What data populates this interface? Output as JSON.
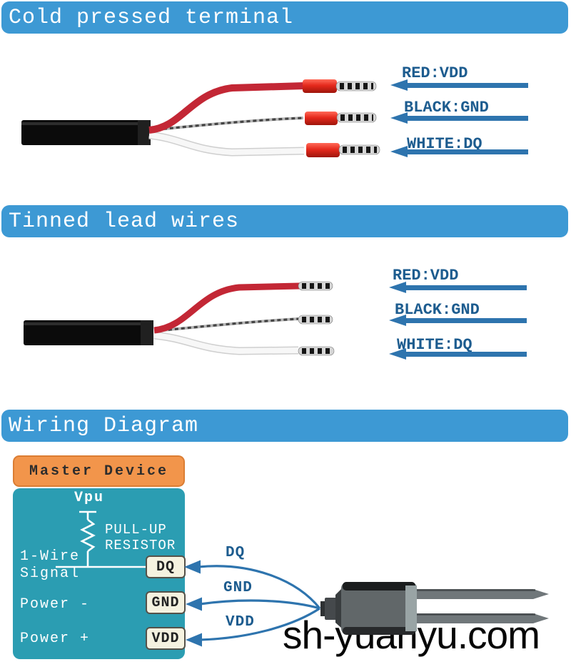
{
  "banners": {
    "cold_pressed": "Cold pressed terminal",
    "tinned": "Tinned lead wires",
    "wiring": "Wiring Diagram"
  },
  "wire_labels": {
    "red": "RED:VDD",
    "black": "BLACK:GND",
    "white": "WHITE:DQ"
  },
  "diagram": {
    "master_device": "Master Device",
    "vpu": "Vpu",
    "pullup_line1": "PULL-UP",
    "pullup_line2": "RESISTOR",
    "signal_line1": "1-Wire",
    "signal_line2": "Signal",
    "power_minus": "Power -",
    "power_plus": "Power +",
    "pin_dq": "DQ",
    "pin_gnd": "GND",
    "pin_vdd": "VDD",
    "wire_dq": "DQ",
    "wire_gnd": "GND",
    "wire_vdd": "VDD"
  },
  "watermark": "sh-yuanyu.com",
  "colors": {
    "banner_blue": "#3d99d4",
    "arrow_blue": "#2e74ae",
    "label_blue": "#1d5c8f",
    "teal": "#2b9db2",
    "orange": "#f2954b",
    "pin_bg": "#f5f2e0",
    "wire_red": "#c32735"
  }
}
